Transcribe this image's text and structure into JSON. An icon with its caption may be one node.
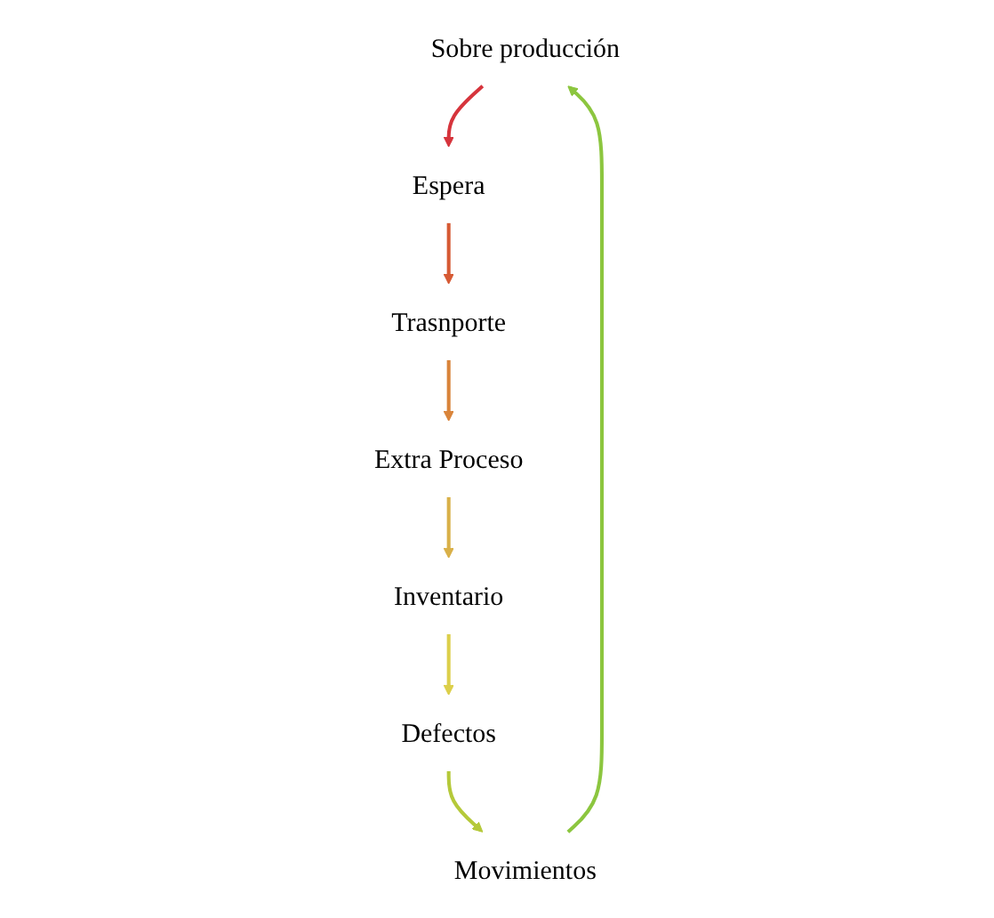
{
  "diagram": {
    "nodes": [
      {
        "text": [
          "Sobre producción"
        ]
      },
      {
        "text": [
          "Espera"
        ]
      },
      {
        "text": [
          "Trasnporte"
        ]
      },
      {
        "text": [
          "Extra Proceso"
        ]
      },
      {
        "text": [
          "Inventario"
        ]
      },
      {
        "text": [
          "Defectos"
        ]
      },
      {
        "text": [
          "Movimientos"
        ]
      }
    ],
    "edges": [
      {
        "from": 0,
        "to": 1,
        "arrow": "to",
        "color": "#d6343c"
      },
      {
        "from": 1,
        "to": 2,
        "arrow": "to",
        "color": "#d65a34"
      },
      {
        "from": 2,
        "to": 3,
        "arrow": "to",
        "color": "#d9843a"
      },
      {
        "from": 3,
        "to": 4,
        "arrow": "to",
        "color": "#d9b048"
      },
      {
        "from": 4,
        "to": 5,
        "arrow": "to",
        "color": "#dccf4a"
      },
      {
        "from": 5,
        "to": 6,
        "arrow": "to",
        "color": "#b5c93a"
      },
      {
        "from": 6,
        "to": 0,
        "arrow": "to",
        "color": "#8cc63f"
      }
    ]
  }
}
